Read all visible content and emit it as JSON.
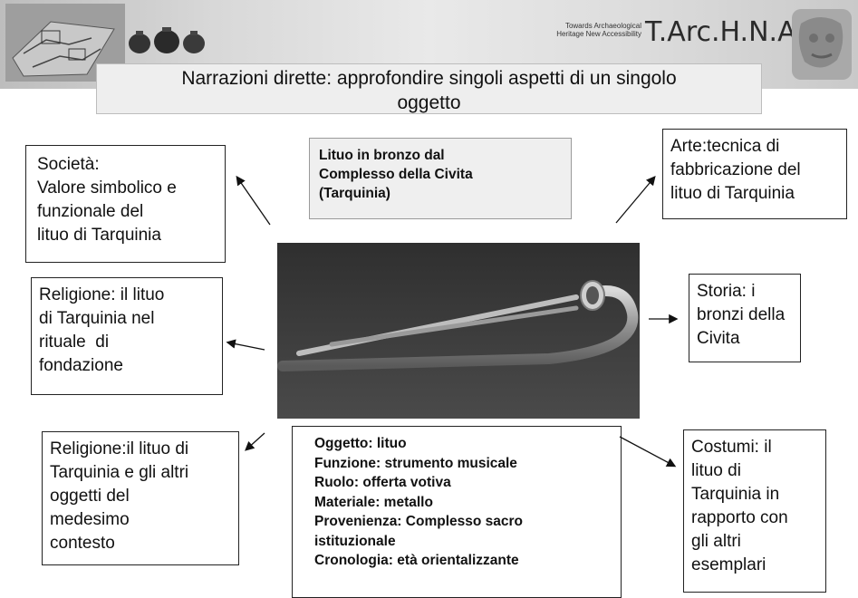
{
  "banner": {
    "tagline_line1": "Towards Archaeological",
    "tagline_line2": "Heritage New Accessibility",
    "logo": "T.Arc.H.N.A"
  },
  "title": {
    "line1": "Narrazioni dirette: approfondire singoli aspetti di un singolo",
    "line2": "oggetto"
  },
  "object_title": {
    "line1": "Lituo in bronzo dal",
    "line2": "Complesso della Civita",
    "line3": "(Tarquinia)"
  },
  "boxes": {
    "societa": [
      "Società:",
      "Valore simbolico e",
      "funzionale del",
      "lituo di Tarquinia"
    ],
    "arte": [
      "Arte:tecnica di",
      "fabbricazione del",
      "lituo di Tarquinia"
    ],
    "religione_fondazione": [
      "Religione: il lituo",
      "di Tarquinia nel",
      "rituale  di",
      "fondazione"
    ],
    "storia": [
      "Storia: i",
      "bronzi della",
      "Civita"
    ],
    "religione_contesto": [
      "Religione:il lituo di",
      "Tarquinia e gli altri",
      "oggetti del",
      "medesimo",
      "contesto"
    ],
    "costumi": [
      "Costumi: il",
      "lituo di",
      "Tarquinia in",
      "rapporto con",
      "gli altri",
      "esemplari"
    ]
  },
  "info": [
    {
      "label": "Oggetto: ",
      "value": "lituo"
    },
    {
      "label": "Funzione: ",
      "value": "strumento musicale"
    },
    {
      "label": "Ruolo: ",
      "value": "offerta votiva"
    },
    {
      "label": "Materiale: ",
      "value": "metallo"
    },
    {
      "label": "Provenienza: ",
      "value": "Complesso sacro"
    },
    {
      "label": "",
      "value": "istituzionale"
    },
    {
      "label": "Cronologia: ",
      "value": "età orientalizzante"
    }
  ]
}
